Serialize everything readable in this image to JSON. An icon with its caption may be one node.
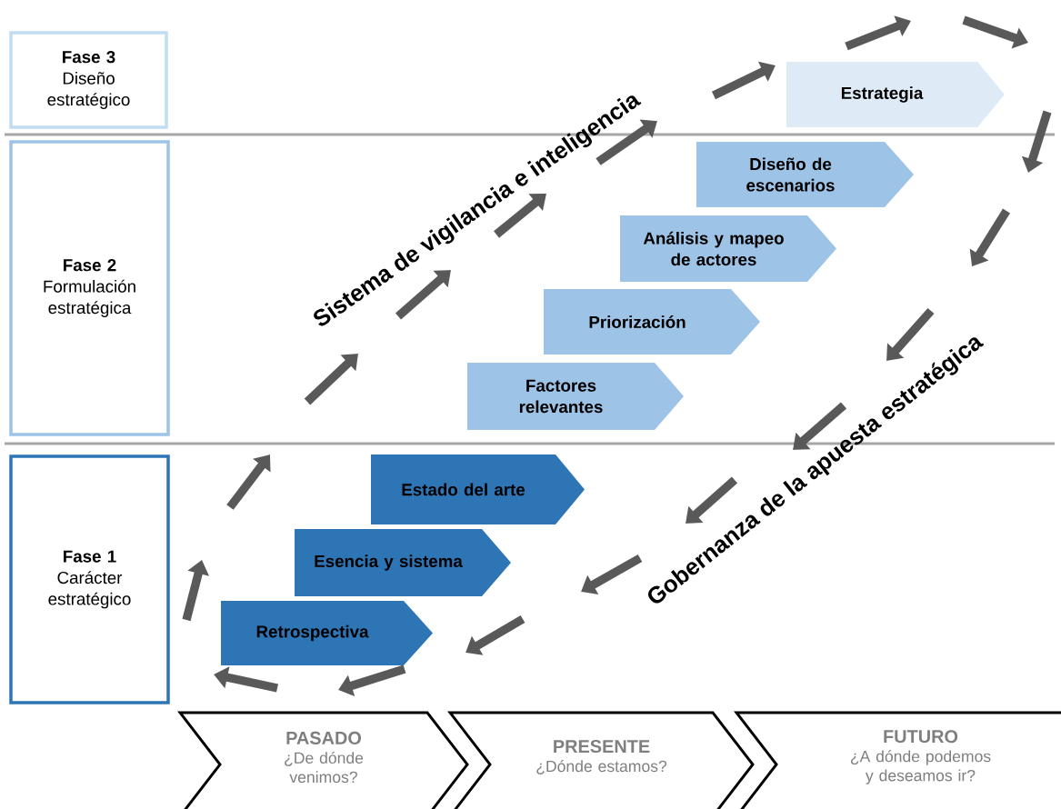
{
  "diagram": {
    "nodes": [
      {
        "text": [
          "Fase 3",
          "Diseño estratégico"
        ]
      },
      {
        "text": [
          "Fase 2",
          "Formulación estratégica"
        ]
      },
      {
        "text": [
          "Fase 1",
          "Carácter estratégico"
        ]
      },
      {
        "text": [
          "Estrategia"
        ]
      },
      {
        "text": [
          "Diseño de escenarios"
        ]
      },
      {
        "text": [
          "Análisis y mapeo de actores"
        ]
      },
      {
        "text": [
          "Priorización"
        ]
      },
      {
        "text": [
          "Factores relevantes"
        ]
      },
      {
        "text": [
          "Estado del arte"
        ]
      },
      {
        "text": [
          "Esencia y sistema"
        ]
      },
      {
        "text": [
          "Retrospectiva"
        ]
      },
      {
        "text": [
          "PASADO",
          "¿De dónde venimos?"
        ]
      },
      {
        "text": [
          "PRESENTE",
          "¿Dónde estamos?"
        ]
      },
      {
        "text": [
          "FUTURO",
          "¿A dónde podemos y deseamos ir?"
        ]
      }
    ],
    "labels": [
      "Sistema de vigilancia e inteligencia",
      "Gobernanza de la apuesta estratégica"
    ]
  }
}
